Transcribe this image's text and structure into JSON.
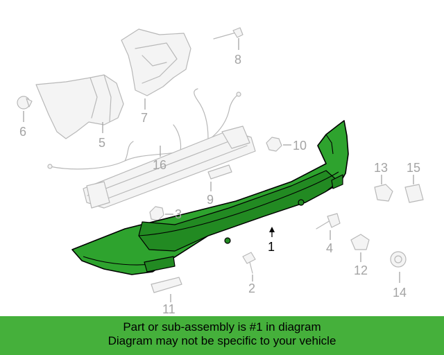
{
  "diagram": {
    "callouts": [
      {
        "id": "1",
        "label": "1"
      },
      {
        "id": "2",
        "label": "2"
      },
      {
        "id": "3",
        "label": "3"
      },
      {
        "id": "4",
        "label": "4"
      },
      {
        "id": "5",
        "label": "5"
      },
      {
        "id": "6",
        "label": "6"
      },
      {
        "id": "7",
        "label": "7"
      },
      {
        "id": "8",
        "label": "8"
      },
      {
        "id": "9",
        "label": "9"
      },
      {
        "id": "10",
        "label": "10"
      },
      {
        "id": "11",
        "label": "11"
      },
      {
        "id": "12",
        "label": "12"
      },
      {
        "id": "13",
        "label": "13"
      },
      {
        "id": "14",
        "label": "14"
      },
      {
        "id": "15",
        "label": "15"
      },
      {
        "id": "16",
        "label": "16"
      }
    ],
    "highlighted_part": "1",
    "colors": {
      "highlight": "#2ea32e",
      "ghost_part": "#b8b8b8",
      "callout_text": "#a4a4a4",
      "banner": "#45b03b"
    }
  },
  "banner": {
    "line1": "Part or sub-assembly is #1 in diagram",
    "line2": "Diagram may not be specific to your vehicle"
  }
}
